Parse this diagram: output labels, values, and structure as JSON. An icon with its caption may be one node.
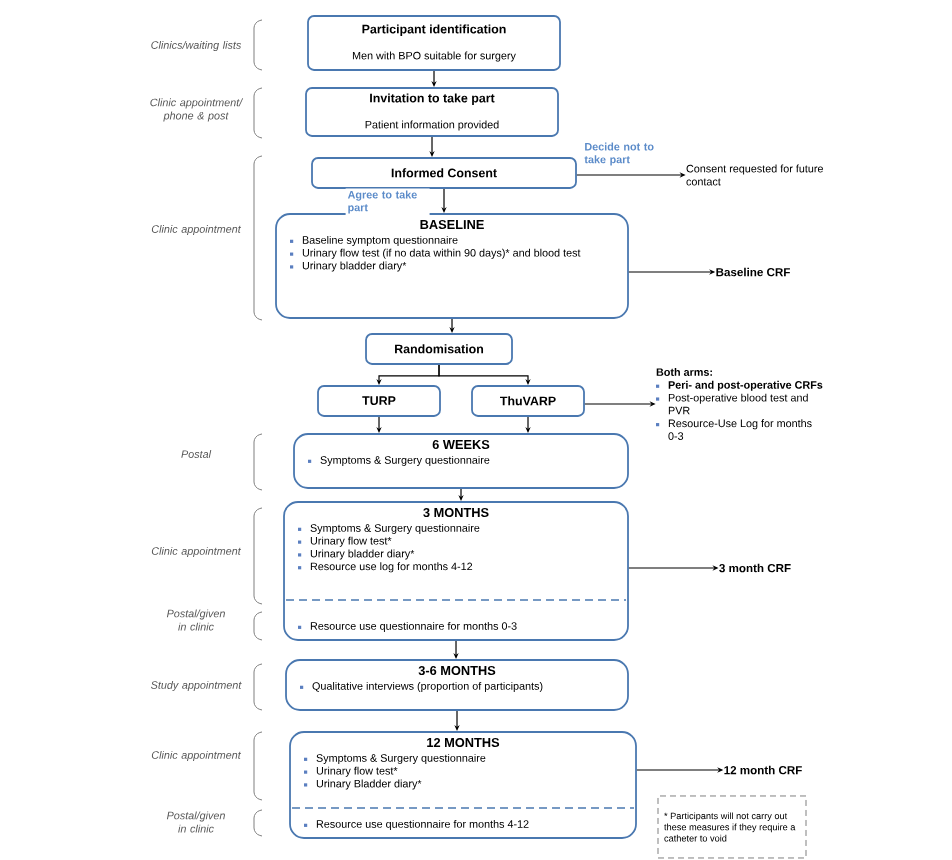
{
  "diagram": {
    "nodes": [
      {
        "text": [
          "Participant identification",
          "Men with BPO suitable for surgery"
        ]
      },
      {
        "text": [
          "Invitation to take part",
          "Patient information provided"
        ]
      },
      {
        "text": [
          "Informed Consent"
        ]
      },
      {
        "text": [
          "Consent requested for future contact"
        ]
      },
      {
        "text": [
          "BASELINE",
          "Baseline symptom questionnaire",
          "Urinary flow test (if no data within 90 days)* and blood test",
          "Urinary bladder diary*"
        ]
      },
      {
        "text": [
          "Baseline CRF"
        ]
      },
      {
        "text": [
          "Randomisation"
        ]
      },
      {
        "text": [
          "TURP"
        ]
      },
      {
        "text": [
          "ThuVARP"
        ]
      },
      {
        "text": [
          "Both arms:",
          "Peri- and post-operative CRFs",
          "Post-operative blood test and PVR",
          "Resource-Use Log for months 0-3"
        ]
      },
      {
        "text": [
          "6 WEEKS",
          "Symptoms & Surgery questionnaire"
        ]
      },
      {
        "text": [
          "3 MONTHS",
          "Symptoms & Surgery questionnaire",
          "Urinary flow test*",
          "Urinary bladder diary*",
          "Resource use log for months 4-12",
          "Resource use questionnaire for months 0-3"
        ]
      },
      {
        "text": [
          "3 month CRF"
        ]
      },
      {
        "text": [
          "3-6 MONTHS",
          "Qualitative interviews (proportion of participants)"
        ]
      },
      {
        "text": [
          "12 MONTHS",
          "Symptoms & Surgery questionnaire",
          "Urinary flow test*",
          "Urinary Bladder diary*",
          "Resource use questionnaire for months 4-12"
        ]
      },
      {
        "text": [
          "12 month CRF"
        ]
      },
      {
        "text": [
          "* Participants will not carry out these measures if they require a catheter to void"
        ]
      }
    ],
    "edges": [
      {
        "from": 0,
        "to": 1,
        "arrow": "to"
      },
      {
        "from": 1,
        "to": 2,
        "arrow": "to"
      },
      {
        "from": 2,
        "to": 3,
        "arrow": "to",
        "label": "Decide not to take part"
      },
      {
        "from": 2,
        "to": 4,
        "arrow": "to",
        "label": "Agree to take part"
      },
      {
        "from": 4,
        "to": 5,
        "arrow": "to"
      },
      {
        "from": 4,
        "to": 6,
        "arrow": "to"
      },
      {
        "from": 6,
        "to": 7,
        "arrow": "to"
      },
      {
        "from": 6,
        "to": 8,
        "arrow": "to"
      },
      {
        "from": 8,
        "to": 9,
        "arrow": "to"
      },
      {
        "from": 7,
        "to": 10,
        "arrow": "to"
      },
      {
        "from": 8,
        "to": 10,
        "arrow": "to"
      },
      {
        "from": 10,
        "to": 11,
        "arrow": "to"
      },
      {
        "from": 11,
        "to": 12,
        "arrow": "to"
      },
      {
        "from": 11,
        "to": 13,
        "arrow": "to"
      },
      {
        "from": 13,
        "to": 14,
        "arrow": "to"
      },
      {
        "from": 14,
        "to": 15,
        "arrow": "to"
      }
    ],
    "labels": [
      "Clinics/waiting lists",
      "Clinic appointment/ phone & post",
      "Clinic appointment",
      "Postal",
      "Clinic appointment",
      "Postal/given in clinic",
      "Study appointment",
      "Clinic appointment",
      "Postal/given in clinic"
    ]
  }
}
